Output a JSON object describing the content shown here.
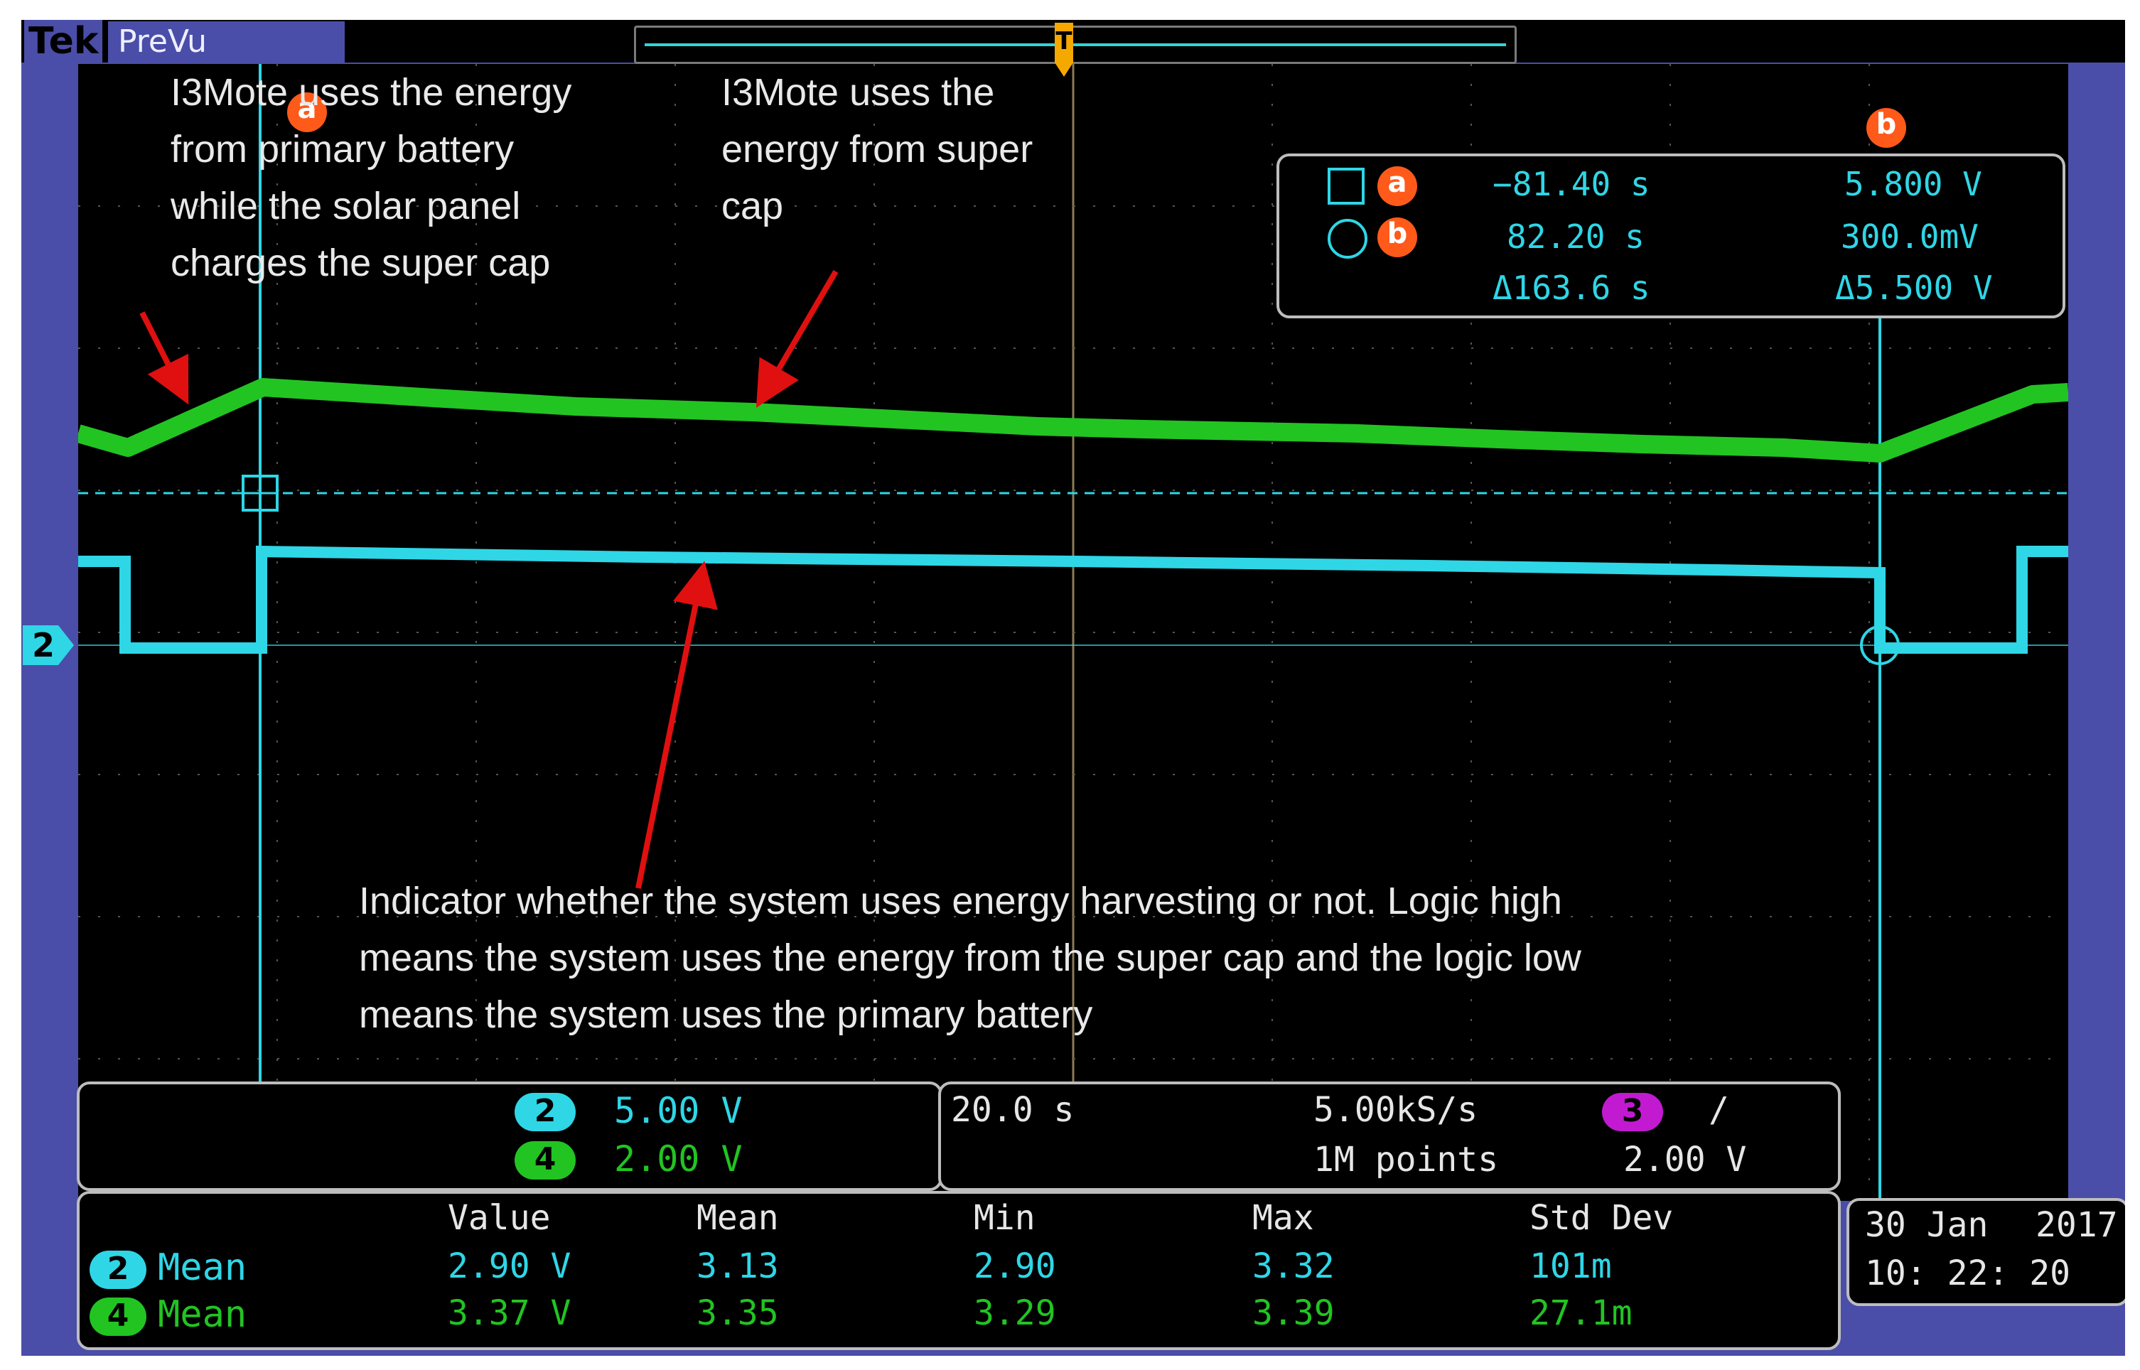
{
  "brand": {
    "tek": "Tek",
    "mode": "PreVu"
  },
  "trigger_marker": "T",
  "annotations": {
    "left": [
      "I3Mote  uses the energy",
      "from primary battery",
      "while the solar panel",
      "charges the super cap"
    ],
    "middle": [
      "I3Mote  uses the",
      "energy  from super",
      "cap"
    ],
    "bottom": [
      "Indicator  whether the system uses energy harvesting or not.  Logic high",
      "means the system uses the energy from the super cap and the logic  low",
      "means the system uses the primary battery"
    ]
  },
  "cursors": {
    "a": {
      "label": "a",
      "time": "−81.40 s",
      "voltage": "5.800 V"
    },
    "b": {
      "label": "b",
      "time": "82.20 s",
      "voltage": "300.0mV"
    },
    "delta": {
      "time": "Δ163.6 s",
      "voltage": "Δ5.500 V"
    }
  },
  "ground_marker": "2",
  "channels": [
    {
      "id": "2",
      "scale": "5.00 V",
      "color": "#2fd6e6"
    },
    {
      "id": "4",
      "scale": "2.00 V",
      "color": "#22c422"
    }
  ],
  "timebase": {
    "horizontal": "20.0 s",
    "sample_rate": "5.00kS/s",
    "record_length": "1M points"
  },
  "trigger": {
    "source": "3",
    "slope": "∕",
    "level": "2.00 V",
    "color": "#c21ad0"
  },
  "measurements": {
    "headers": [
      "Value",
      "Mean",
      "Min",
      "Max",
      "Std Dev"
    ],
    "rows": [
      {
        "channel": "2",
        "name": "Mean",
        "values": [
          "2.90 V",
          "3.13",
          "2.90",
          "3.32",
          "101m"
        ],
        "color": "#2fd6e6"
      },
      {
        "channel": "4",
        "name": "Mean",
        "values": [
          "3.37 V",
          "3.35",
          "3.29",
          "3.39",
          "27.1m"
        ],
        "color": "#22c422"
      }
    ]
  },
  "datetime": {
    "date": "30 Jan",
    "year": "2017",
    "time": "10: 22: 20"
  },
  "colors": {
    "ch2": "#2fd6e6",
    "ch4": "#22c422",
    "cursor": "#ff5a1a",
    "arrow": "#e01010",
    "frame": "#4a4ea8"
  }
}
